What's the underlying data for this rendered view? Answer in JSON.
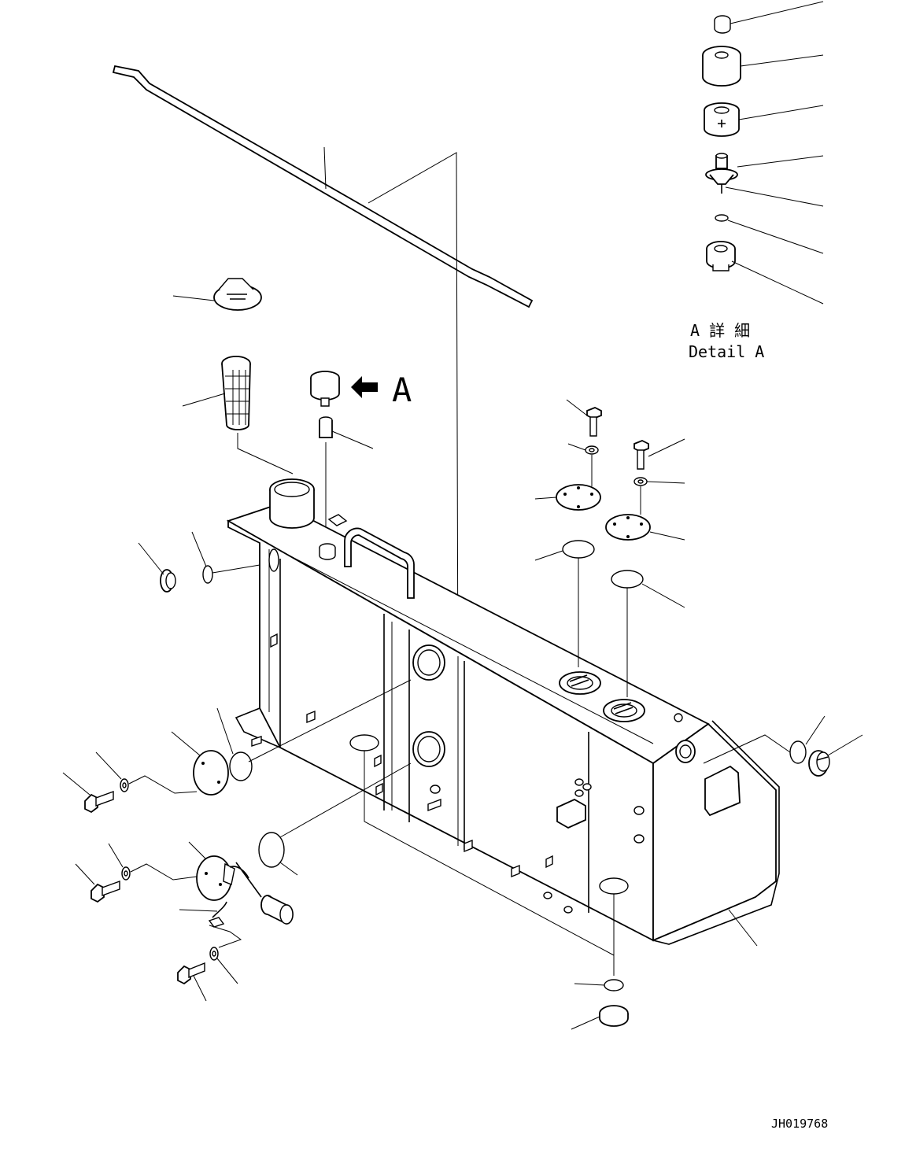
{
  "detail": {
    "label_jp": "A 詳 細",
    "label_en": "Detail A"
  },
  "view_marker": "A",
  "drawing_number": "JH019768"
}
